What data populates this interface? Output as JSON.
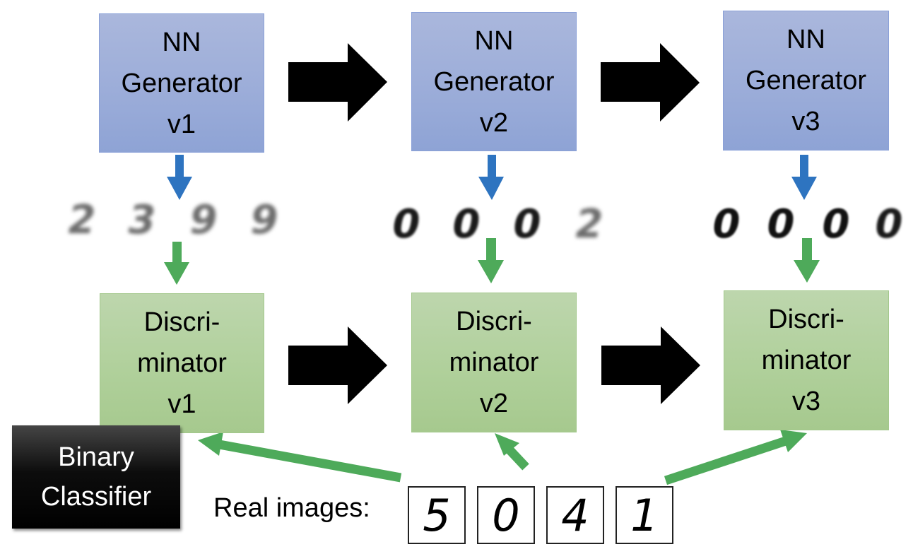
{
  "generators": [
    {
      "lines": [
        "NN",
        "Generator",
        "v1"
      ]
    },
    {
      "lines": [
        "NN",
        "Generator",
        "v2"
      ]
    },
    {
      "lines": [
        "NN",
        "Generator",
        "v3"
      ]
    }
  ],
  "discriminators": [
    {
      "lines": [
        "Discri-",
        "minator",
        "v1"
      ]
    },
    {
      "lines": [
        "Discri-",
        "minator",
        "v2"
      ]
    },
    {
      "lines": [
        "Discri-",
        "minator",
        "v3"
      ]
    }
  ],
  "generated_samples": [
    {
      "digits": [
        "2",
        "3",
        "9",
        "9"
      ],
      "quality": "blurry"
    },
    {
      "digits": [
        "0",
        "0",
        "0",
        "2"
      ],
      "quality": "sharper"
    },
    {
      "digits": [
        "0",
        "0",
        "0",
        "0"
      ],
      "quality": "sharp"
    }
  ],
  "binary_classifier": {
    "lines": [
      "Binary",
      "Classifier"
    ]
  },
  "real_images": {
    "label": "Real images:",
    "digits": [
      "5",
      "0",
      "4",
      "1"
    ]
  },
  "colors": {
    "generator_fill": "#9cadd9",
    "discriminator_fill": "#b0d09b",
    "generator_arrow": "#2e74c0",
    "discriminator_arrow": "#4eaa5a",
    "evolution_arrow": "#000000",
    "classifier_fill": "#000000"
  }
}
